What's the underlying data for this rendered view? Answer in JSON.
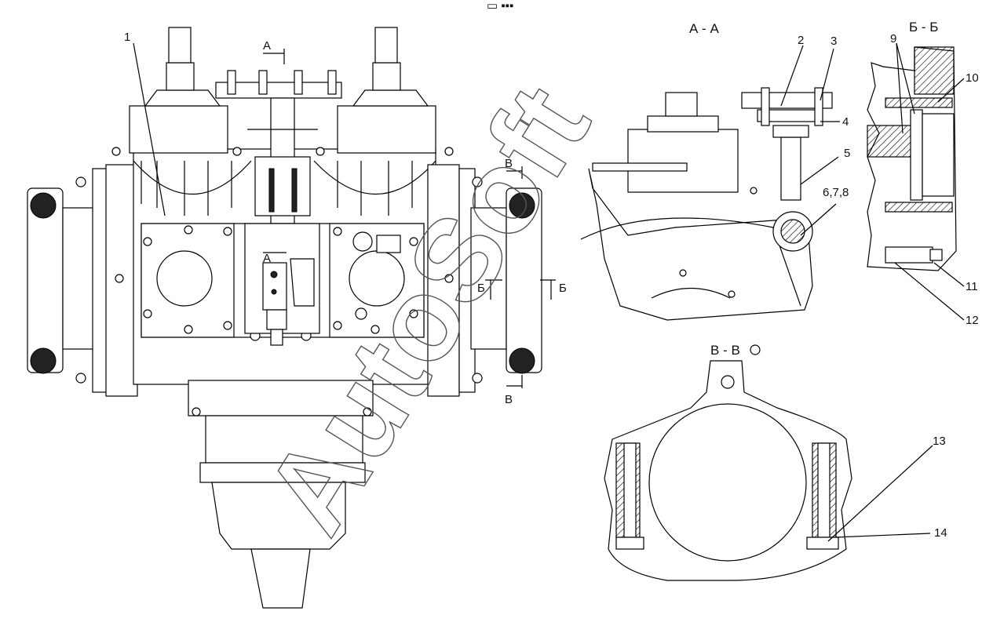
{
  "image_title": "▭ ▪▪▪",
  "section_labels": {
    "a_a": "А - А",
    "b_b": "Б - Б",
    "v_v": "В - В"
  },
  "cut_markers": {
    "a_top": "А",
    "a_bottom": "А",
    "v_top": "В",
    "v_bottom": "В",
    "b_left": "Б",
    "b_right": "Б"
  },
  "part_callouts": {
    "c1": "1",
    "c2": "2",
    "c3": "3",
    "c4": "4",
    "c5": "5",
    "c678": "6,7,8",
    "c9": "9",
    "c10": "10",
    "c11": "11",
    "c12": "12",
    "c13": "13",
    "c14": "14"
  },
  "watermark": "AutoSoft"
}
